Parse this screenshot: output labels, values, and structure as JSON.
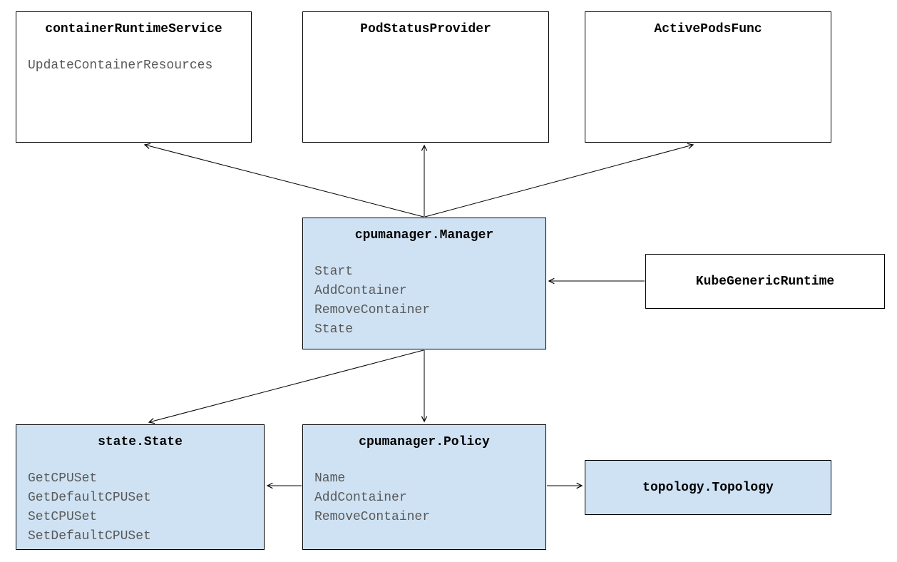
{
  "diagram": {
    "colors": {
      "box_fill_blue": "#cfe2f3",
      "box_fill_white": "#ffffff",
      "border": "#000000",
      "title_text": "#000000",
      "method_text": "#595959"
    },
    "boxes": [
      {
        "title": "containerRuntimeService",
        "methods": [
          "UpdateContainerResources"
        ]
      },
      {
        "title": "PodStatusProvider",
        "methods": []
      },
      {
        "title": "ActivePodsFunc",
        "methods": []
      },
      {
        "title": "cpumanager.Manager",
        "methods": [
          "Start",
          "AddContainer",
          "RemoveContainer",
          "State"
        ]
      },
      {
        "title": "KubeGenericRuntime",
        "methods": []
      },
      {
        "title": "state.State",
        "methods": [
          "GetCPUSet",
          "GetDefaultCPUSet",
          "SetCPUSet",
          "SetDefaultCPUSet"
        ]
      },
      {
        "title": "cpumanager.Policy",
        "methods": [
          "Name",
          "AddContainer",
          "RemoveContainer"
        ]
      },
      {
        "title": "topology.Topology",
        "methods": []
      }
    ],
    "edges": [
      {
        "from": "cpumanager.Manager",
        "to": "containerRuntimeService"
      },
      {
        "from": "cpumanager.Manager",
        "to": "PodStatusProvider"
      },
      {
        "from": "cpumanager.Manager",
        "to": "ActivePodsFunc"
      },
      {
        "from": "KubeGenericRuntime",
        "to": "cpumanager.Manager"
      },
      {
        "from": "cpumanager.Manager",
        "to": "state.State"
      },
      {
        "from": "cpumanager.Manager",
        "to": "cpumanager.Policy"
      },
      {
        "from": "cpumanager.Policy",
        "to": "state.State"
      },
      {
        "from": "cpumanager.Policy",
        "to": "topology.Topology"
      }
    ]
  }
}
